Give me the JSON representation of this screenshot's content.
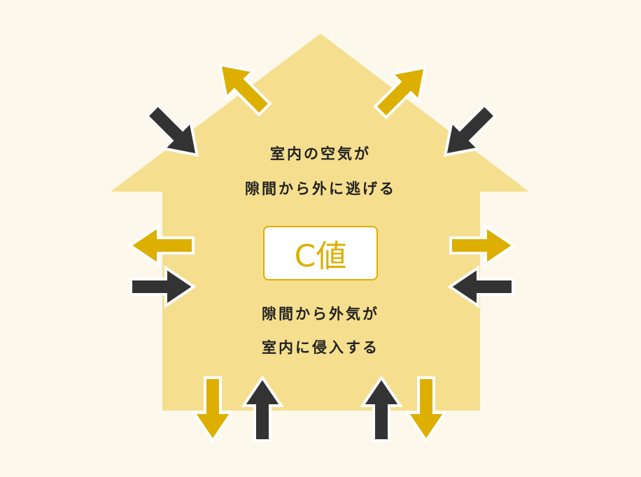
{
  "diagram": {
    "top_text_line1": "室内の空気が",
    "top_text_line2": "隙間から外に逃げる",
    "center_label": "C値",
    "bottom_text_line1": "隙間から外気が",
    "bottom_text_line2": "室内に侵入する"
  },
  "colors": {
    "background": "#fcf8ec",
    "house": "#f5df8e",
    "outflow_arrow": "#dcaf00",
    "inflow_arrow": "#333333",
    "text": "#222222"
  }
}
